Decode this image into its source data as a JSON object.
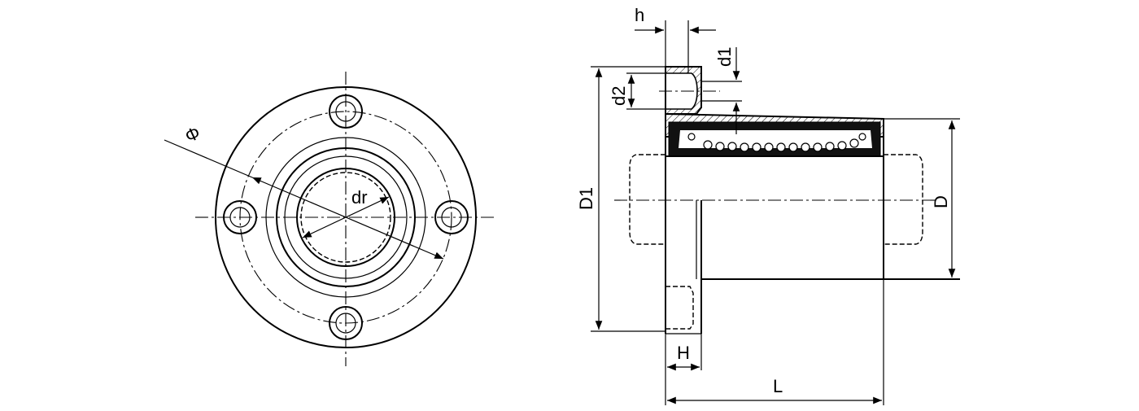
{
  "labels": {
    "phi": "Φ",
    "dr": "dr",
    "h": "h",
    "d1": "d1",
    "d2": "d2",
    "D1": "D1",
    "D": "D",
    "H": "H",
    "L": "L"
  }
}
